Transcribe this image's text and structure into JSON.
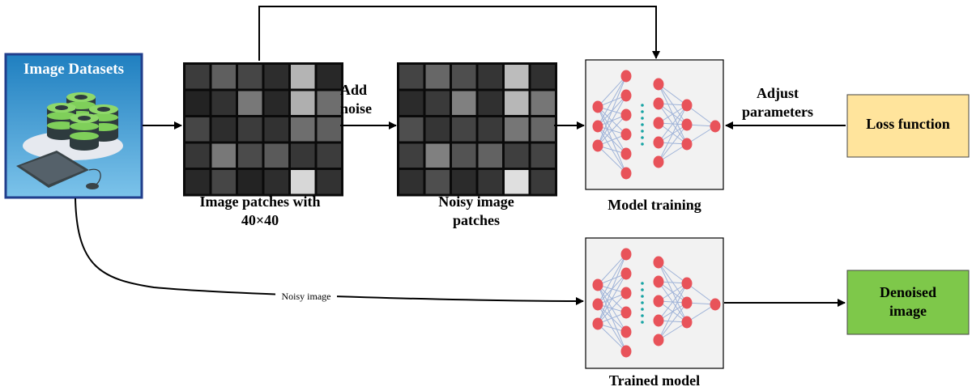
{
  "nodes": {
    "dataset": {
      "title": "Image Datasets"
    },
    "patches": {
      "label_line1": "Image patches with",
      "label_line2": "40×40"
    },
    "noisy": {
      "label_line1": "Noisy image",
      "label_line2": "patches"
    },
    "training": {
      "label": "Model training"
    },
    "trained": {
      "label": "Trained model"
    },
    "loss": {
      "label": "Loss function"
    },
    "denoised": {
      "label_line1": "Denoised",
      "label_line2": "image"
    }
  },
  "edges": {
    "add_noise_line1": "Add",
    "add_noise_line2": "noise",
    "adjust_line1": "Adjust",
    "adjust_line2": "parameters",
    "noisy_image": "Noisy image"
  },
  "colors": {
    "dataset_bg": "#2f8ec9",
    "dataset_border": "#203e8c",
    "loss_bg": "#ffe49c",
    "denoised_bg": "#7ec84a",
    "neuron": "#e8535a",
    "connector": "#9fb3d8",
    "dots": "#18a4a4",
    "model_bg": "#f2f2f2"
  },
  "patch_grays": [
    [
      60,
      95,
      70,
      45,
      180,
      40
    ],
    [
      35,
      50,
      120,
      40,
      175,
      110
    ],
    [
      70,
      45,
      60,
      50,
      110,
      95
    ],
    [
      55,
      120,
      75,
      90,
      55,
      60
    ],
    [
      40,
      70,
      35,
      45,
      215,
      50
    ]
  ]
}
